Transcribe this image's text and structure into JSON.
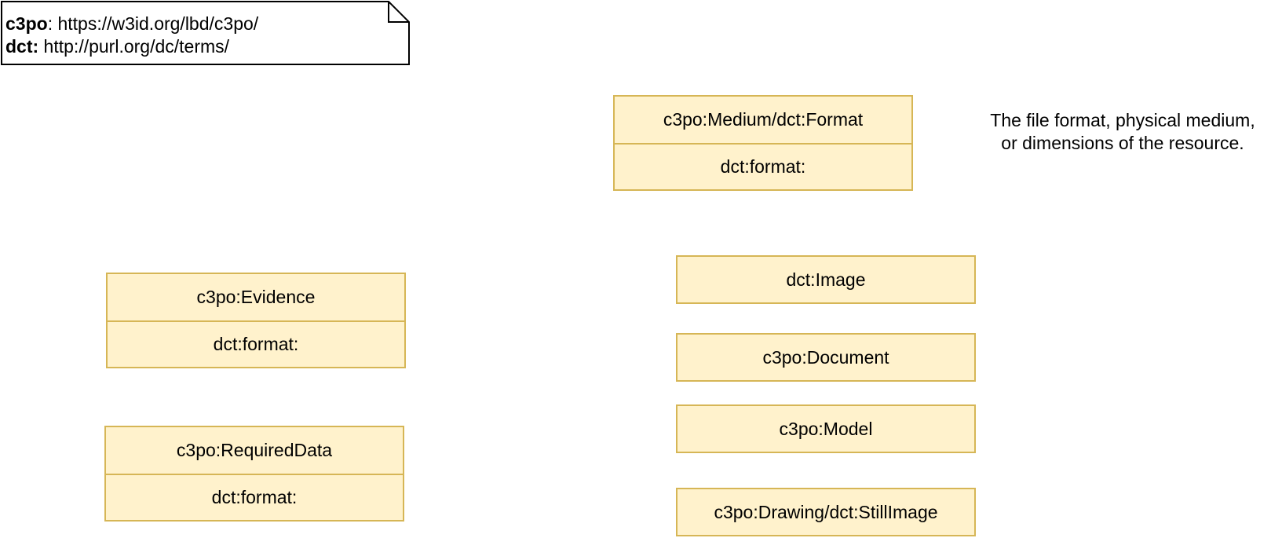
{
  "namespace_note": {
    "lines": [
      {
        "prefix": "c3po",
        "rest": ": https://w3id.org/lbd/c3po/"
      },
      {
        "prefix": "dct:",
        "rest": " http://purl.org/dc/terms/"
      }
    ]
  },
  "classes": {
    "medium": {
      "name": "c3po:Medium/dct:Format",
      "attribute": "dct:format:"
    },
    "evidence": {
      "name": "c3po:Evidence",
      "attribute": "dct:format:"
    },
    "required_data": {
      "name": "c3po:RequiredData",
      "attribute": "dct:format:"
    },
    "image": {
      "name": "dct:Image"
    },
    "document": {
      "name": "c3po:Document"
    },
    "model": {
      "name": "c3po:Model"
    },
    "drawing": {
      "name": "c3po:Drawing/dct:StillImage"
    }
  },
  "comment": {
    "line1": "The file format, physical medium,",
    "line2": "or dimensions of the resource."
  },
  "colors": {
    "box_fill": "#fff2cc",
    "box_border": "#d6b656"
  }
}
